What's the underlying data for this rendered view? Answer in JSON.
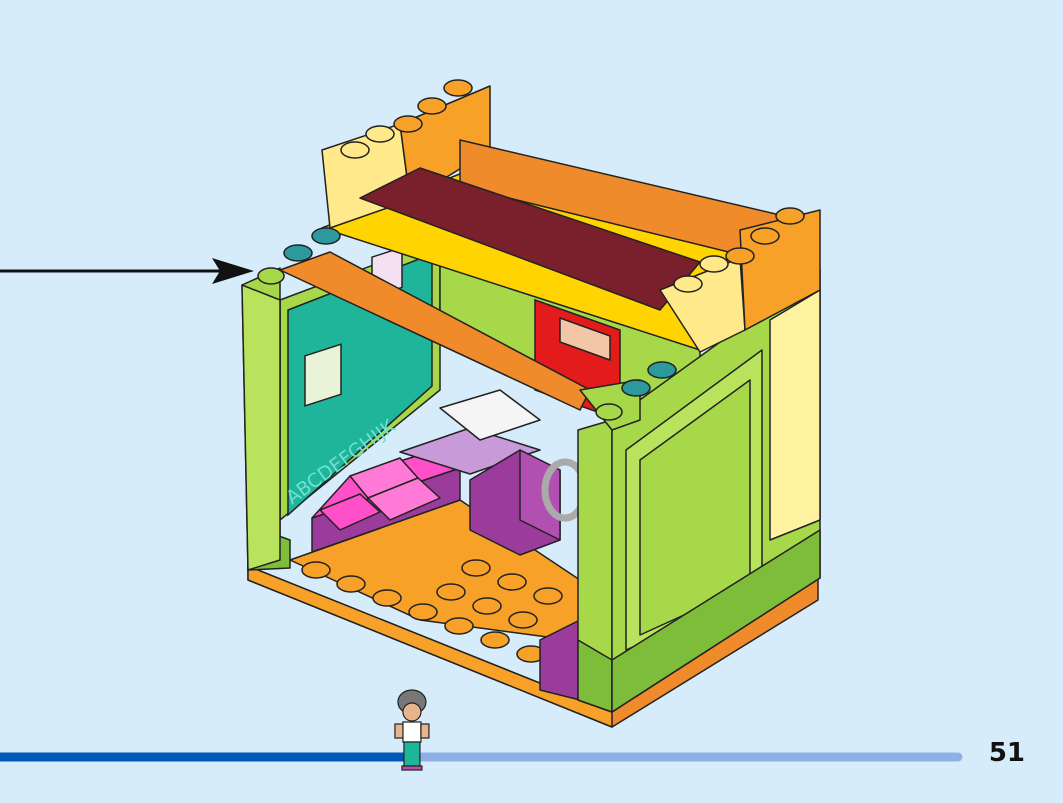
{
  "page": {
    "number": "51",
    "background": "#d6ecfb"
  },
  "poster": {
    "alphabet": "ABCDEFGHIJK"
  },
  "progress": {
    "fraction": 0.43,
    "track_color": "#8fb0e6",
    "fill_color": "#0059b8",
    "marker_icon": "minifigure-icon"
  },
  "icons": {
    "arrow": "arrow-right-icon"
  },
  "colors": {
    "lime": "#a6d84a",
    "lime_dark": "#7dbd3a",
    "orange": "#f7a128",
    "orange_dark": "#f08b2c",
    "yellow": "#ffe98a",
    "dark_red": "#7a1f2c",
    "teal": "#2c9a9c",
    "magenta": "#ff4fc9",
    "purple": "#9b3c9c",
    "red": "#e31b1b"
  }
}
